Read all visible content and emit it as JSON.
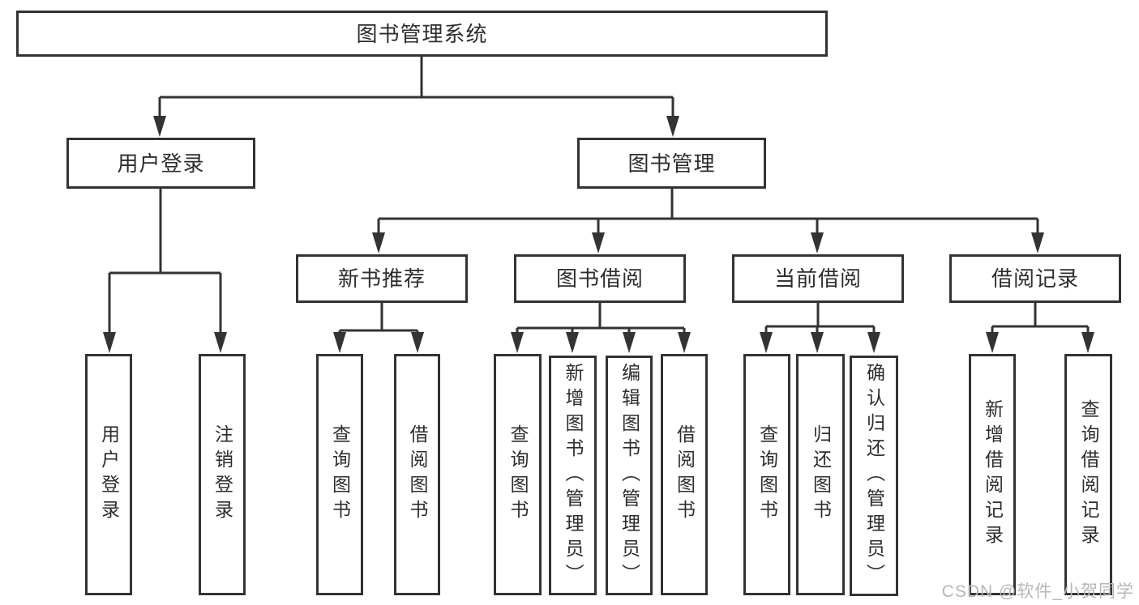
{
  "tree": {
    "label": "图书管理系统",
    "children": [
      {
        "label": "用户登录",
        "children": [
          {
            "label": "用户登录"
          },
          {
            "label": "注销登录"
          }
        ]
      },
      {
        "label": "图书管理",
        "children": [
          {
            "label": "新书推荐",
            "children": [
              {
                "label": "查询图书"
              },
              {
                "label": "借阅图书"
              }
            ]
          },
          {
            "label": "图书借阅",
            "children": [
              {
                "label": "查询图书"
              },
              {
                "label": "新增图书（管理员）"
              },
              {
                "label": "编辑图书（管理员）"
              },
              {
                "label": "借阅图书"
              }
            ]
          },
          {
            "label": "当前借阅",
            "children": [
              {
                "label": "查询图书"
              },
              {
                "label": "归还图书"
              },
              {
                "label": "确认归还（管理员）"
              }
            ]
          },
          {
            "label": "借阅记录",
            "children": [
              {
                "label": "新增借阅记录"
              },
              {
                "label": "查询借阅记录"
              }
            ]
          }
        ]
      }
    ]
  },
  "watermark": "CSDN @软件_小贺同学",
  "colors": {
    "line": "#333333",
    "box_border": "#333333",
    "text": "#2d2d2d",
    "watermark": "#b7b7b7",
    "background": "#ffffff"
  }
}
